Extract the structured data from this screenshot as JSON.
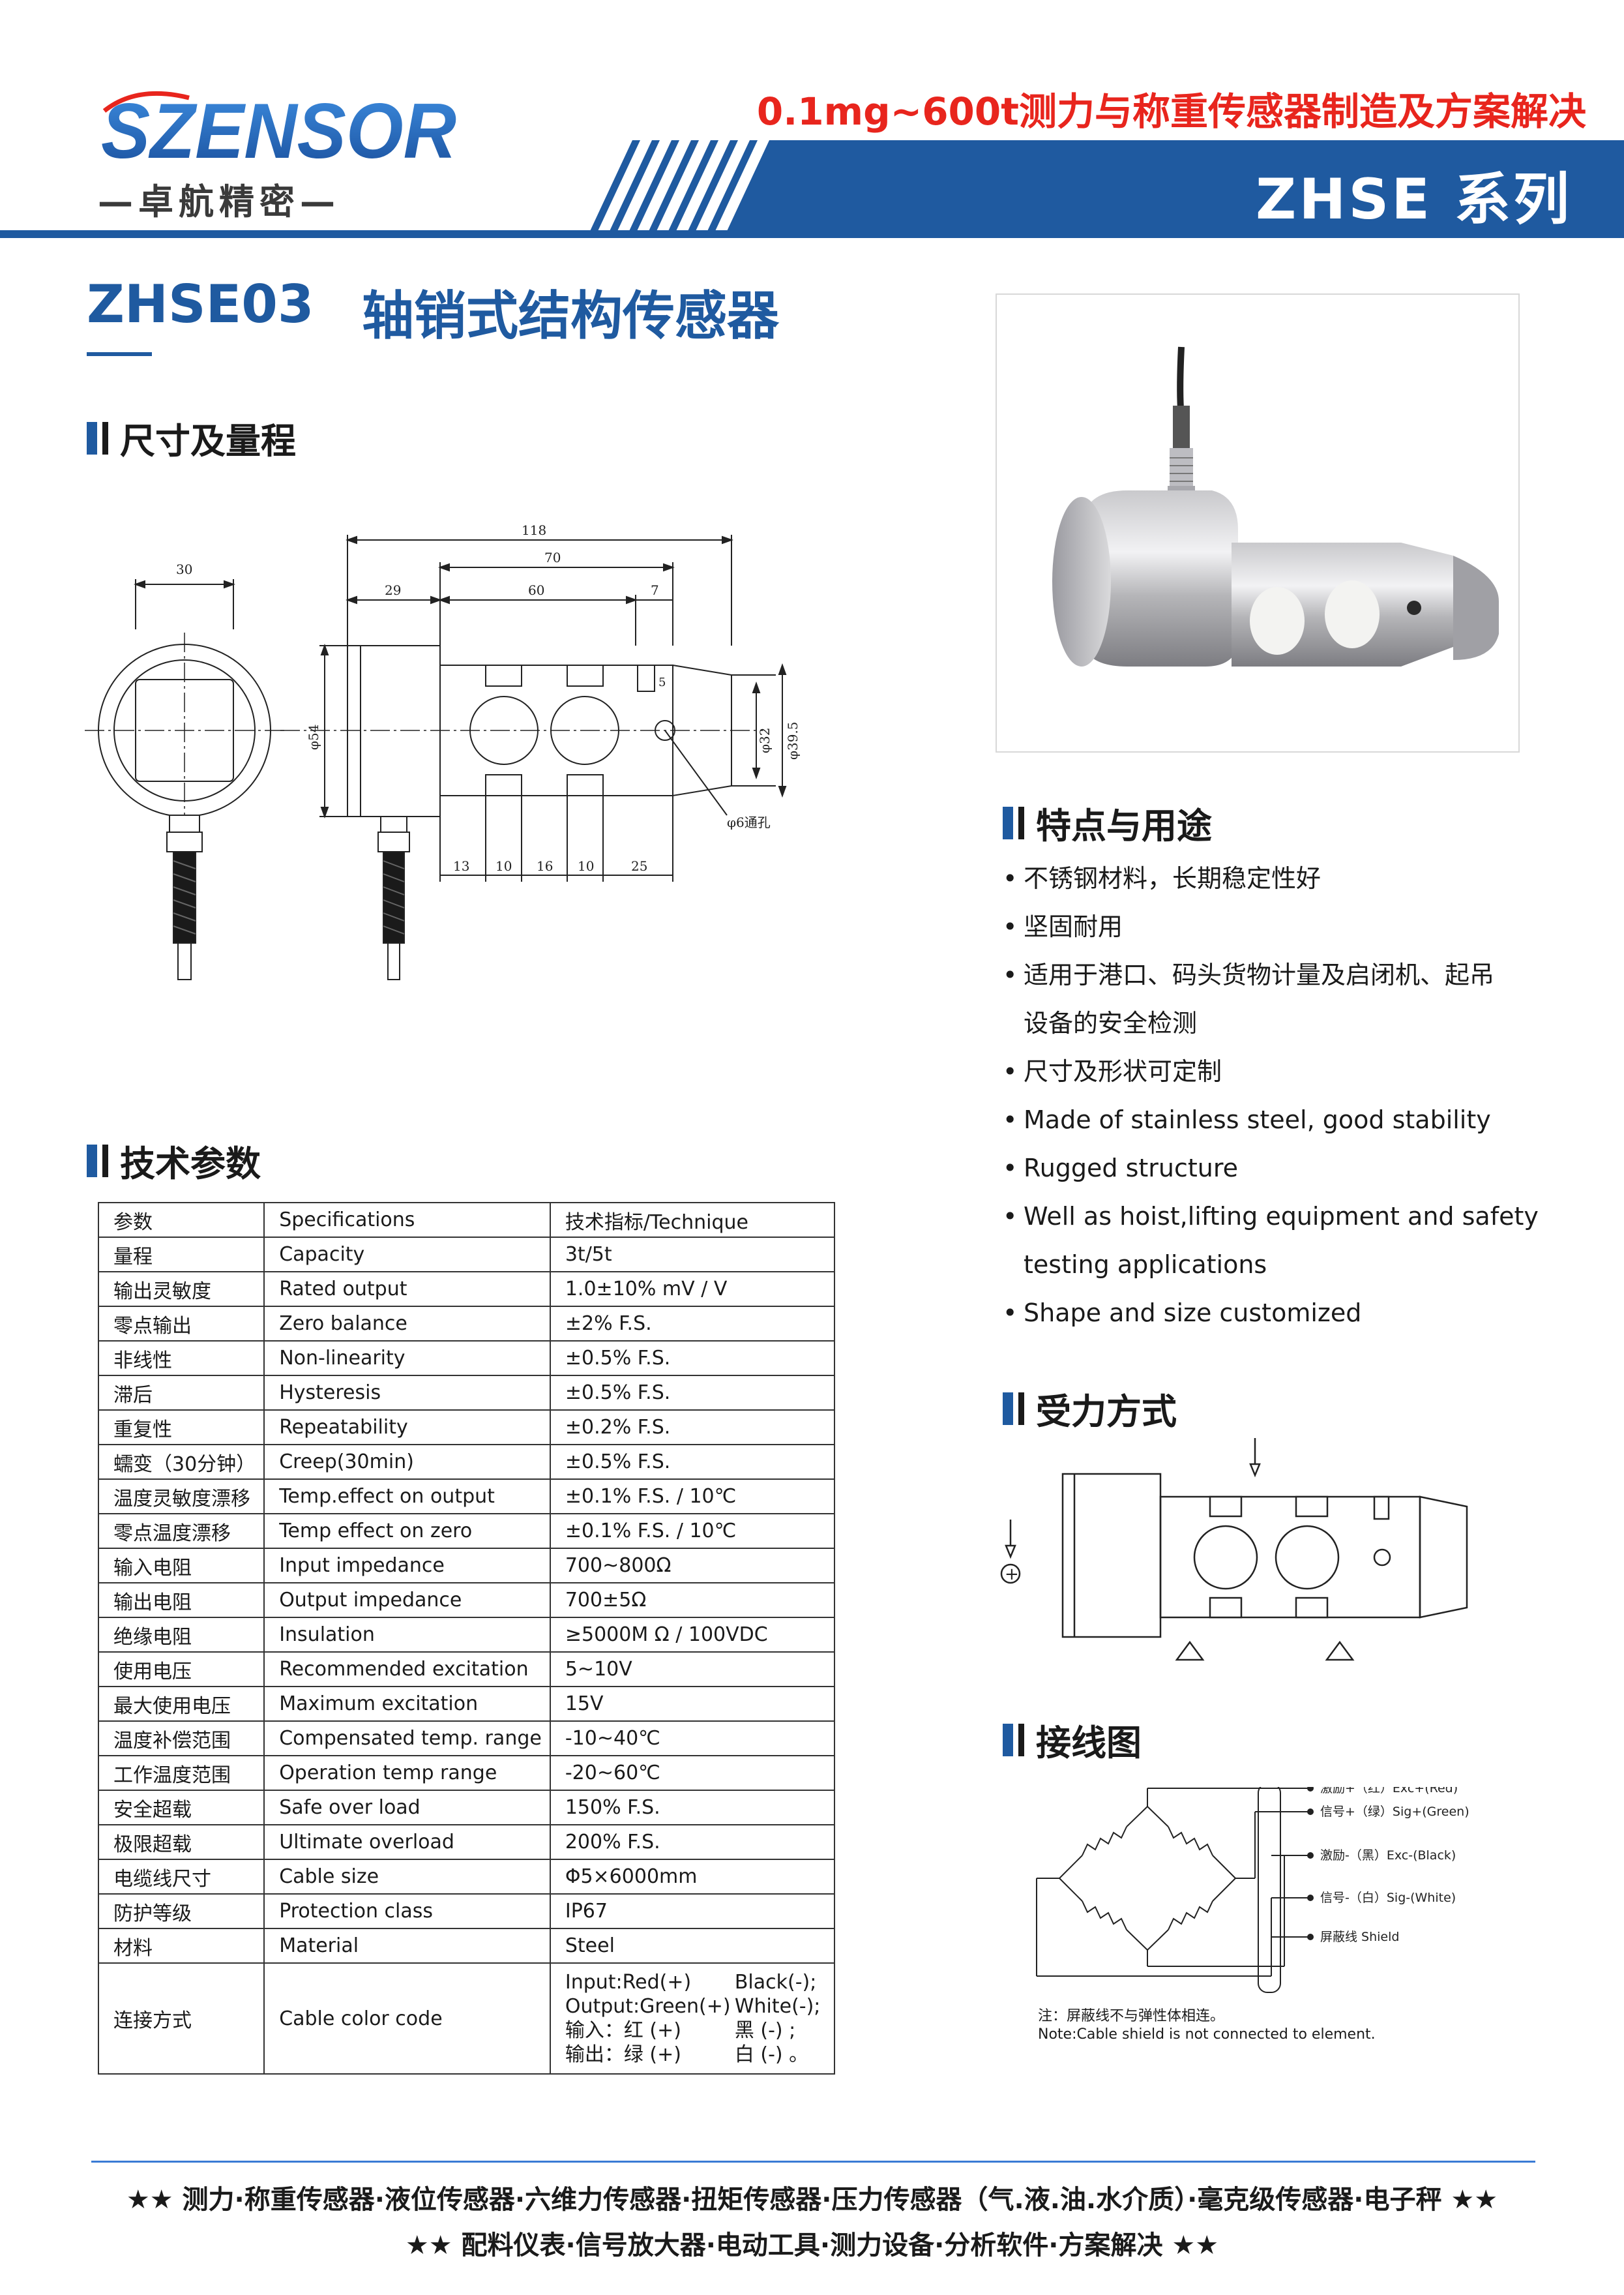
{
  "header": {
    "logo_text": "SZENSOR",
    "logo_subtitle": "—卓航精密—",
    "tagline": "0.1mg~600t测力与称重传感器制造及方案解决",
    "series": "ZHSE 系列",
    "colors": {
      "brand_blue": "#1f5aa0",
      "accent_red": "#e8251d"
    }
  },
  "product": {
    "model": "ZHSE03",
    "name": "轴销式结构传感器"
  },
  "sections": {
    "dimensions": "尺寸及量程",
    "specs": "技术参数",
    "features": "特点与用途",
    "force": "受力方式",
    "wiring": "接线图"
  },
  "drawing": {
    "front": {
      "d30": "30"
    },
    "side": {
      "d118": "118",
      "d70": "70",
      "d29": "29",
      "d60": "60",
      "d7": "7",
      "d5": "5",
      "d54": "φ54",
      "d32": "φ32",
      "d39": "φ39.5",
      "hole": "φ6通孔",
      "b13": "13",
      "b10a": "10",
      "b16": "16",
      "b10b": "10",
      "b25": "25"
    }
  },
  "features": [
    {
      "text": "不锈钢材料，长期稳定性好",
      "cont": ""
    },
    {
      "text": "坚固耐用",
      "cont": ""
    },
    {
      "text": "适用于港口、码头货物计量及启闭机、起吊",
      "cont": "设备的安全检测"
    },
    {
      "text": "尺寸及形状可定制",
      "cont": ""
    },
    {
      "text": "Made of stainless steel, good stability",
      "cont": ""
    },
    {
      "text": "Rugged structure",
      "cont": ""
    },
    {
      "text": "Well as hoist,lifting equipment and safety",
      "cont": "testing applications"
    },
    {
      "text": "Shape and size customized",
      "cont": ""
    }
  ],
  "specs": {
    "rows": [
      [
        "参数",
        "Specifications",
        "技术指标/Technique"
      ],
      [
        "量程",
        "Capacity",
        "3t/5t"
      ],
      [
        "输出灵敏度",
        "Rated output",
        "1.0±10%  mV / V"
      ],
      [
        "零点输出",
        "Zero balance",
        "±2% F.S."
      ],
      [
        "非线性",
        "Non-linearity",
        "±0.5% F.S."
      ],
      [
        "滞后",
        "Hysteresis",
        "±0.5% F.S."
      ],
      [
        "重复性",
        "Repeatability",
        "±0.2% F.S."
      ],
      [
        "蠕变（30分钟）",
        "Creep(30min)",
        "±0.5% F.S."
      ],
      [
        "温度灵敏度漂移",
        "Temp.effect on output",
        "±0.1% F.S. / 10℃"
      ],
      [
        "零点温度漂移",
        "Temp effect on zero",
        "±0.1% F.S. / 10℃"
      ],
      [
        "输入电阻",
        "Input impedance",
        "700~800Ω"
      ],
      [
        "输出电阻",
        "Output impedance",
        "700±5Ω"
      ],
      [
        "绝缘电阻",
        "Insulation",
        "≥5000M Ω / 100VDC"
      ],
      [
        "使用电压",
        "Recommended excitation",
        "5~10V"
      ],
      [
        "最大使用电压",
        "Maximum excitation",
        "15V"
      ],
      [
        "温度补偿范围",
        "Compensated temp. range",
        "-10~40℃"
      ],
      [
        "工作温度范围",
        "Operation temp range",
        "-20~60℃"
      ],
      [
        "安全超载",
        "Safe over load",
        "150% F.S."
      ],
      [
        "极限超载",
        "Ultimate overload",
        "200% F.S."
      ],
      [
        "电缆线尺寸",
        "Cable size",
        "Φ5×6000mm"
      ],
      [
        "防护等级",
        "Protection class",
        "IP67"
      ],
      [
        "材料",
        "Material",
        "Steel"
      ]
    ],
    "cable": {
      "cn": "连接方式",
      "en": "Cable color code",
      "lines": [
        [
          "Input:Red(+)",
          "Black(-);"
        ],
        [
          "Output:Green(+)",
          "White(-);"
        ],
        [
          "输入：红 (+)",
          "黑 (-) ;"
        ],
        [
          "输出：绿 (+)",
          "白 (-) 。"
        ]
      ]
    }
  },
  "force": {
    "plus": "+"
  },
  "wiring": {
    "labels": [
      "激励+（红）Exc+(Red)",
      "信号+（绿）Sig+(Green)",
      "激励-（黑）Exc-(Black)",
      "信号-（白）Sig-(White)",
      "屏蔽线  Shield"
    ],
    "note_cn": "注：屏蔽线不与弹性体相连。",
    "note_en": "Note:Cable shield is not connected to element."
  },
  "footer": {
    "line1": "★★ 测力·称重传感器·液位传感器·六维力传感器·扭矩传感器·压力传感器（气.液.油.水介质）·毫克级传感器·电子秤 ★★",
    "line2": "★★ 配料仪表·信号放大器·电动工具·测力设备·分析软件·方案解决 ★★"
  }
}
